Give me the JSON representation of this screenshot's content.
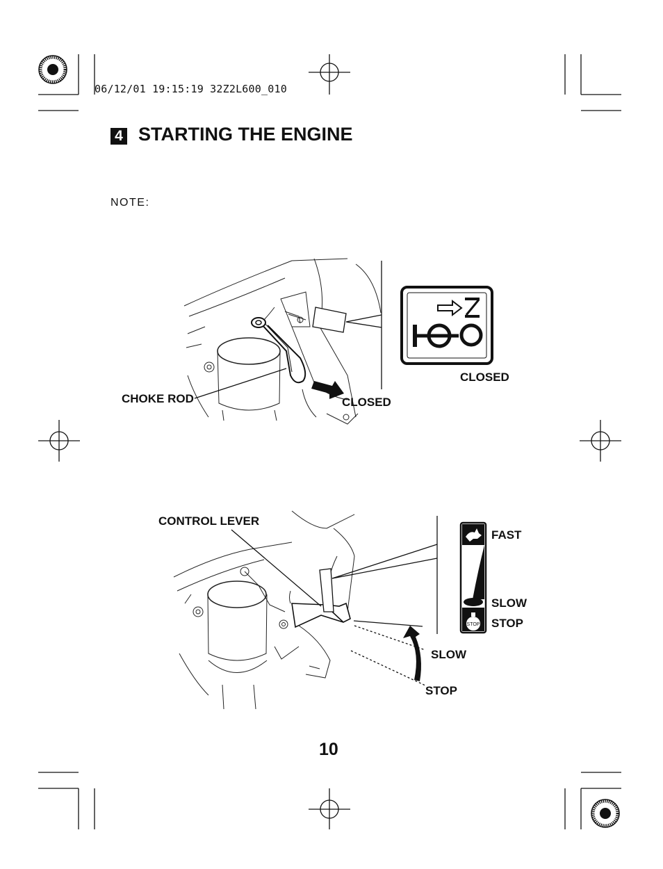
{
  "header": {
    "timestamp": "06/12/01 19:15:19 32Z2L600_010"
  },
  "section": {
    "number": "4",
    "title": "STARTING THE ENGINE"
  },
  "note_label": "NOTE:",
  "figure1": {
    "choke_rod_label": "CHOKE ROD",
    "closed_arrow_label": "CLOSED",
    "symbol_label": "CLOSED"
  },
  "figure2": {
    "control_lever_label": "CONTROL LEVER",
    "gauge_fast": "FAST",
    "gauge_slow": "SLOW",
    "gauge_stop": "STOP",
    "gauge_stop_badge": "STOP",
    "pos_slow": "SLOW",
    "pos_stop": "STOP"
  },
  "page_number": "10"
}
